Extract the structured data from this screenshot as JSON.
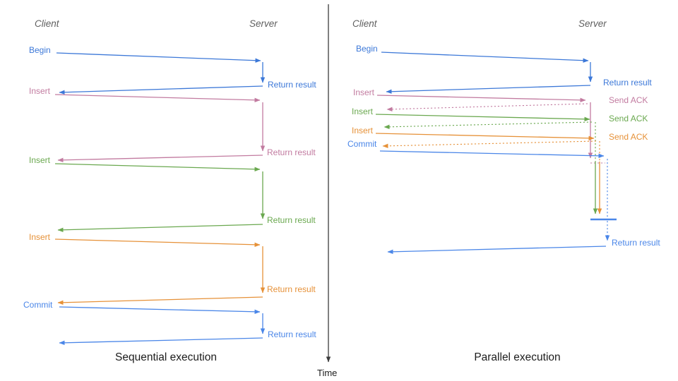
{
  "palette": {
    "blue": "#3c78d8",
    "bright_blue": "#4a86e8",
    "pink": "#c27ba0",
    "green": "#6aa84f",
    "orange": "#e69138",
    "axis_gray": "#3d3d3d",
    "role_gray": "#5f5f5f",
    "heading": "#1c1c1c",
    "background": "#ffffff"
  },
  "time_axis": {
    "label": "Time"
  },
  "left": {
    "client_label": "Client",
    "server_label": "Server",
    "title": "Sequential execution",
    "steps": {
      "begin": "Begin",
      "insert1": "Insert",
      "insert2": "Insert",
      "insert3": "Insert",
      "commit": "Commit"
    },
    "returns": {
      "begin": "Return result",
      "insert1": "Return result",
      "insert2": "Return result",
      "insert3": "Return result",
      "commit": "Return result"
    }
  },
  "right": {
    "client_label": "Client",
    "server_label": "Server",
    "title": "Parallel execution",
    "steps": {
      "begin": "Begin",
      "insert1": "Insert",
      "insert2": "Insert",
      "insert3": "Insert",
      "commit": "Commit"
    },
    "acks": {
      "insert1": "Send ACK",
      "insert2": "Send ACK",
      "insert3": "Send ACK"
    },
    "returns": {
      "begin": "Return result",
      "commit": "Return result"
    }
  }
}
